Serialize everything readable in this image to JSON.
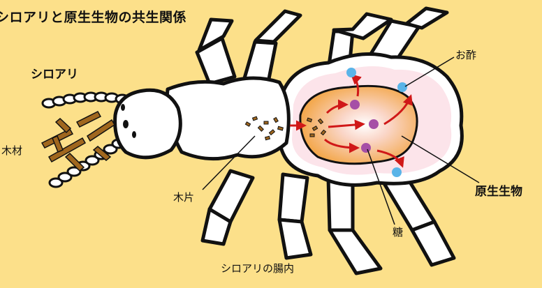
{
  "title": "シロアリと原生生物の共生関係",
  "labels": {
    "termite": "シロアリ",
    "wood": "木材",
    "wood_chip": "木片",
    "acetic_acid": "お酢",
    "protist": "原生生物",
    "sugar": "糖",
    "gut": "シロアリの腸内"
  },
  "colors": {
    "background": "#FCE08A",
    "termite_body": "#FFFFFF",
    "gut_lining": "#FCE4EA",
    "protist_body": "#F2A13A",
    "sugar_dot": "#A64FA6",
    "acid_dot": "#5AB4E8",
    "arrow": "#D01818",
    "wood": "#A0671E"
  }
}
